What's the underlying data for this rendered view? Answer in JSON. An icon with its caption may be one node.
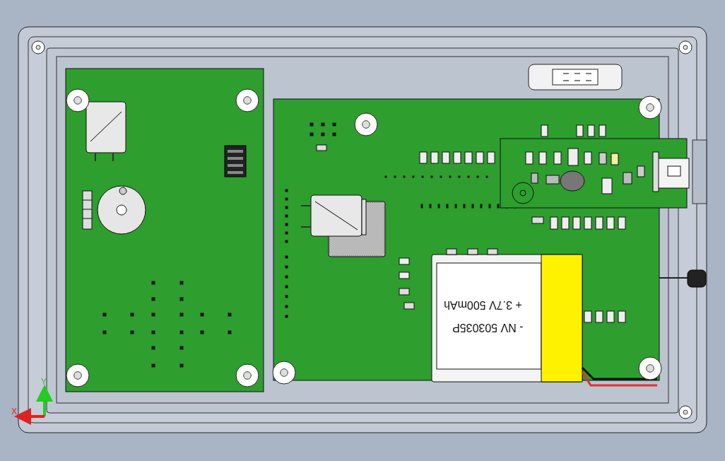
{
  "diagram": {
    "labels": [
      "+ 3.7V 500mAh",
      "- NV 503035P",
      "Y",
      "X"
    ]
  }
}
